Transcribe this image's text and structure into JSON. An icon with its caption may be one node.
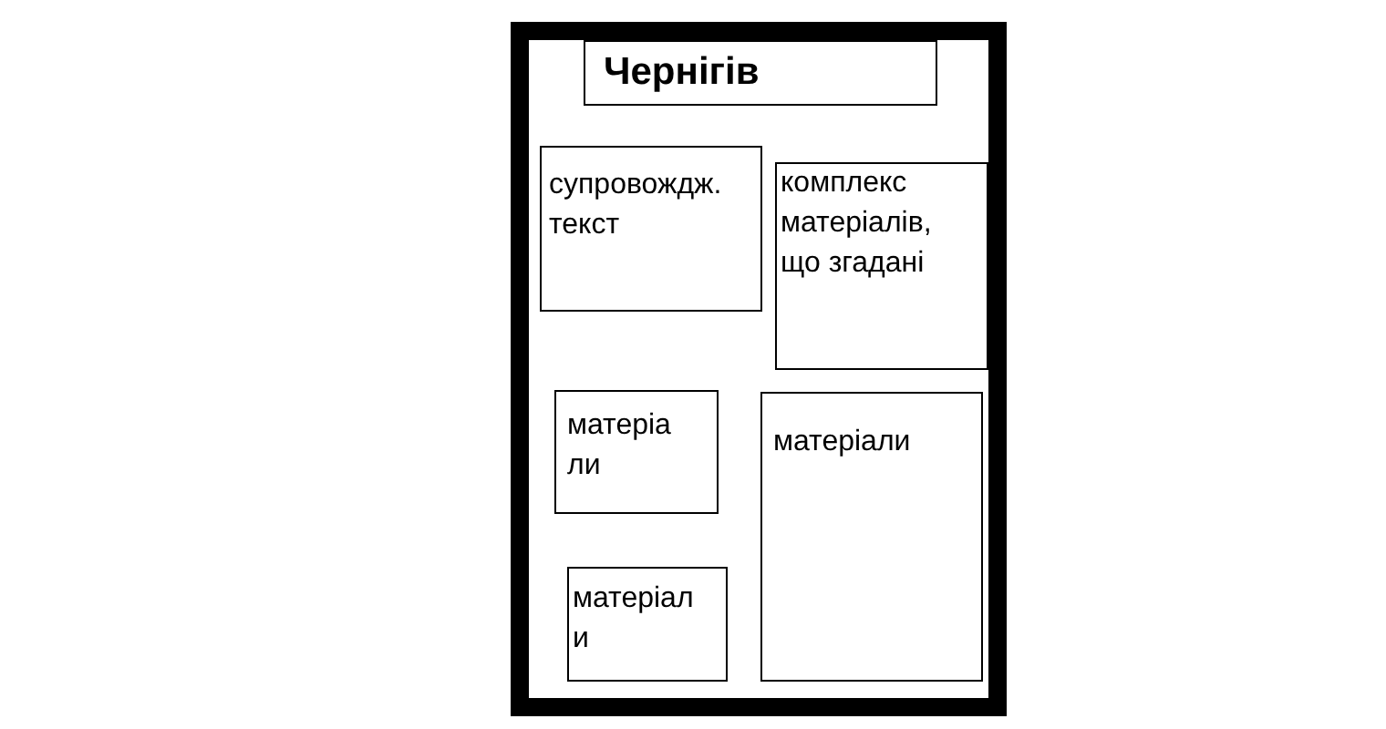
{
  "diagram": {
    "nodes": [
      {
        "text": [],
        "shape": "box"
      },
      {
        "text": [
          "Чернігів"
        ],
        "in": 0
      },
      {
        "text": [
          "супровождж. текст"
        ],
        "in": 0
      },
      {
        "text": [
          "комплекс матеріалів, що згадані"
        ],
        "in": 0
      },
      {
        "text": [
          "матеріали"
        ],
        "in": 0
      },
      {
        "text": [
          "матеріали"
        ],
        "in": 0
      },
      {
        "text": [
          "матеріали"
        ],
        "in": 0
      }
    ]
  }
}
